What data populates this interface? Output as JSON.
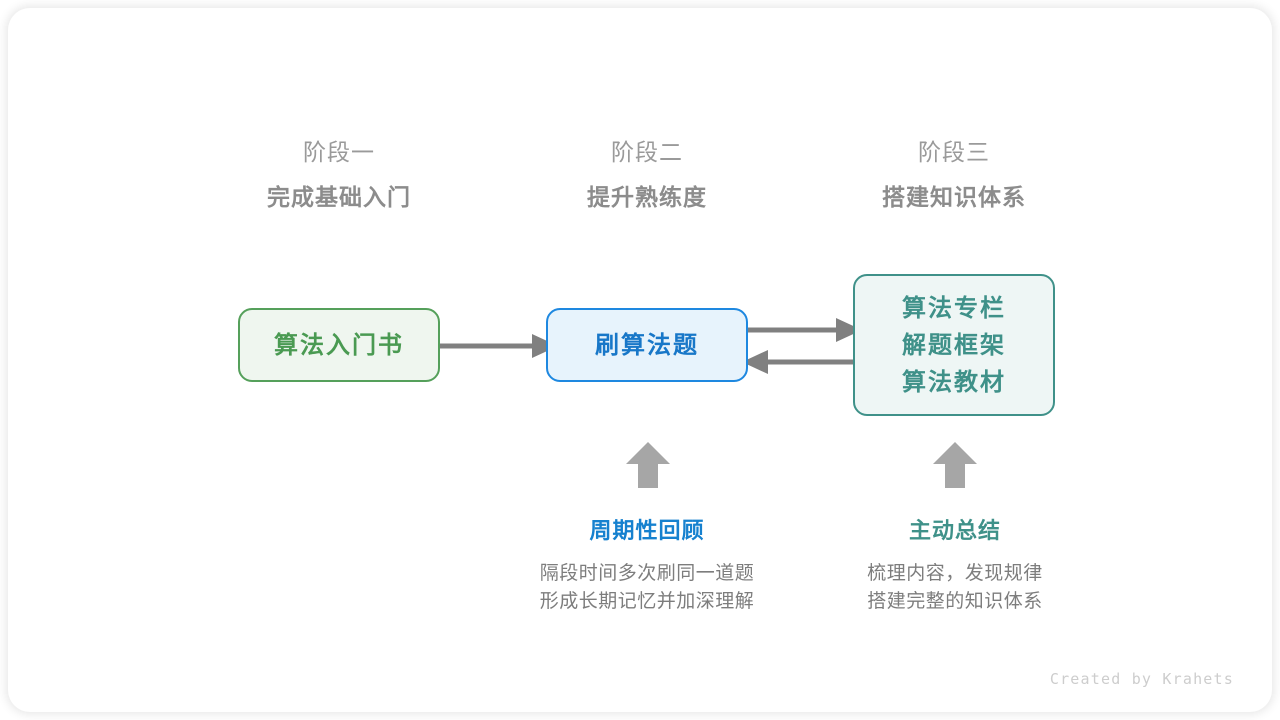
{
  "card": {
    "background": "#ffffff",
    "footer_text": "Created by Krahets"
  },
  "stages": [
    {
      "label": "阶段一",
      "title": "完成基础入门"
    },
    {
      "label": "阶段二",
      "title": "提升熟练度"
    },
    {
      "label": "阶段三",
      "title": "搭建知识体系"
    }
  ],
  "nodes": [
    {
      "id": "book",
      "lines": [
        "算法入门书"
      ],
      "accent": "#4a9a52",
      "border": "#55a05b",
      "fill": "#eff6ef"
    },
    {
      "id": "practice",
      "lines": [
        "刷算法题"
      ],
      "accent": "#1877c8",
      "border": "#1e88e0",
      "fill": "#e7f3fc"
    },
    {
      "id": "system",
      "lines": [
        "算法专栏",
        "解题框架",
        "算法教材"
      ],
      "accent": "#3f9189",
      "border": "#3f9189",
      "fill": "#eef6f5"
    }
  ],
  "connectors": [
    {
      "name": "book-to-practice",
      "direction": "right",
      "color": "#808080"
    },
    {
      "name": "practice-to-system",
      "direction": "right",
      "color": "#808080"
    },
    {
      "name": "system-to-practice",
      "direction": "left",
      "color": "#808080"
    },
    {
      "name": "review-up",
      "direction": "up",
      "color": "#a6a6a6"
    },
    {
      "name": "summary-up",
      "direction": "up",
      "color": "#a6a6a6"
    }
  ],
  "annotations": [
    {
      "id": "review",
      "title": "周期性回顾",
      "color": "#1681cf",
      "desc_line1": "隔段时间多次刷同一道题",
      "desc_line2": "形成长期记忆并加深理解"
    },
    {
      "id": "summary",
      "title": "主动总结",
      "color": "#3f9189",
      "desc_line1": "梳理内容，发现规律",
      "desc_line2": "搭建完整的知识体系"
    }
  ]
}
